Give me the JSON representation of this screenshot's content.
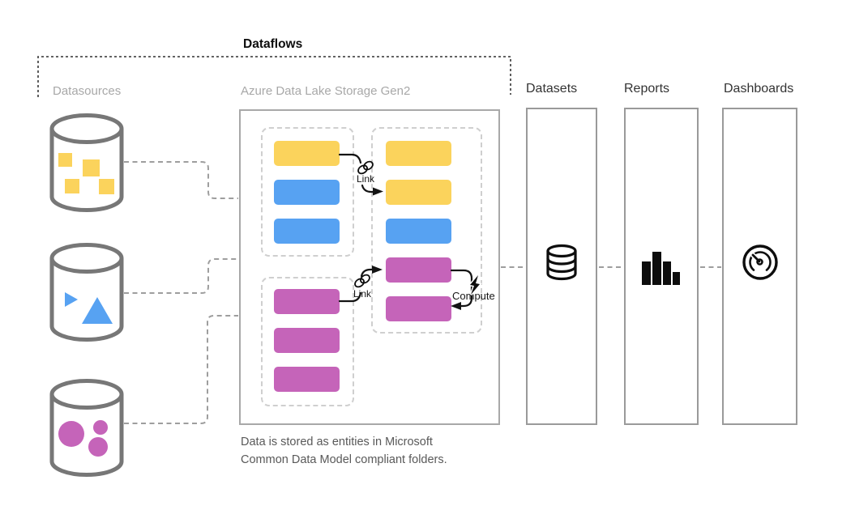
{
  "palette": {
    "yellow": "#FBD35C",
    "blue": "#57A2F2",
    "magenta": "#C564B9",
    "box_border": "#9a9a9a",
    "azure_border": "#a8a8a8",
    "dashed_folder": "#cfcfcf",
    "connector": "#9e9e9e",
    "bracket": "#4d4d4d",
    "label_gray": "#a8a8a8",
    "label_dark": "#333333",
    "caption_gray": "#595959",
    "cylinder_stroke": "#777777",
    "icon_black": "#0d0d0d"
  },
  "header": {
    "title": "Dataflows"
  },
  "datasources": {
    "label": "Datasources",
    "items": [
      {
        "name": "datasource-squares",
        "shape": "squares",
        "color": "yellow"
      },
      {
        "name": "datasource-triangles",
        "shape": "triangles",
        "color": "blue"
      },
      {
        "name": "datasource-circles",
        "shape": "circles",
        "color": "magenta"
      }
    ]
  },
  "lake": {
    "label": "Azure Data Lake Storage Gen2",
    "caption": "Data is stored as entities in Microsoft Common Data Model compliant folders.",
    "folders": [
      {
        "id": "folder-top-left",
        "entities": [
          "yellow",
          "blue",
          "blue"
        ]
      },
      {
        "id": "folder-bottom-left",
        "entities": [
          "magenta",
          "magenta",
          "magenta"
        ]
      },
      {
        "id": "folder-right",
        "entities": [
          "yellow",
          "yellow",
          "blue",
          "magenta",
          "magenta"
        ]
      }
    ],
    "annotations": [
      {
        "id": "link-top",
        "label": "Link"
      },
      {
        "id": "link-bottom",
        "label": "Link"
      },
      {
        "id": "compute",
        "label": "Compute"
      }
    ]
  },
  "columns": [
    {
      "id": "datasets",
      "label": "Datasets",
      "icon": "database-icon"
    },
    {
      "id": "reports",
      "label": "Reports",
      "icon": "bar-chart-icon"
    },
    {
      "id": "dashboards",
      "label": "Dashboards",
      "icon": "gauge-icon"
    }
  ]
}
